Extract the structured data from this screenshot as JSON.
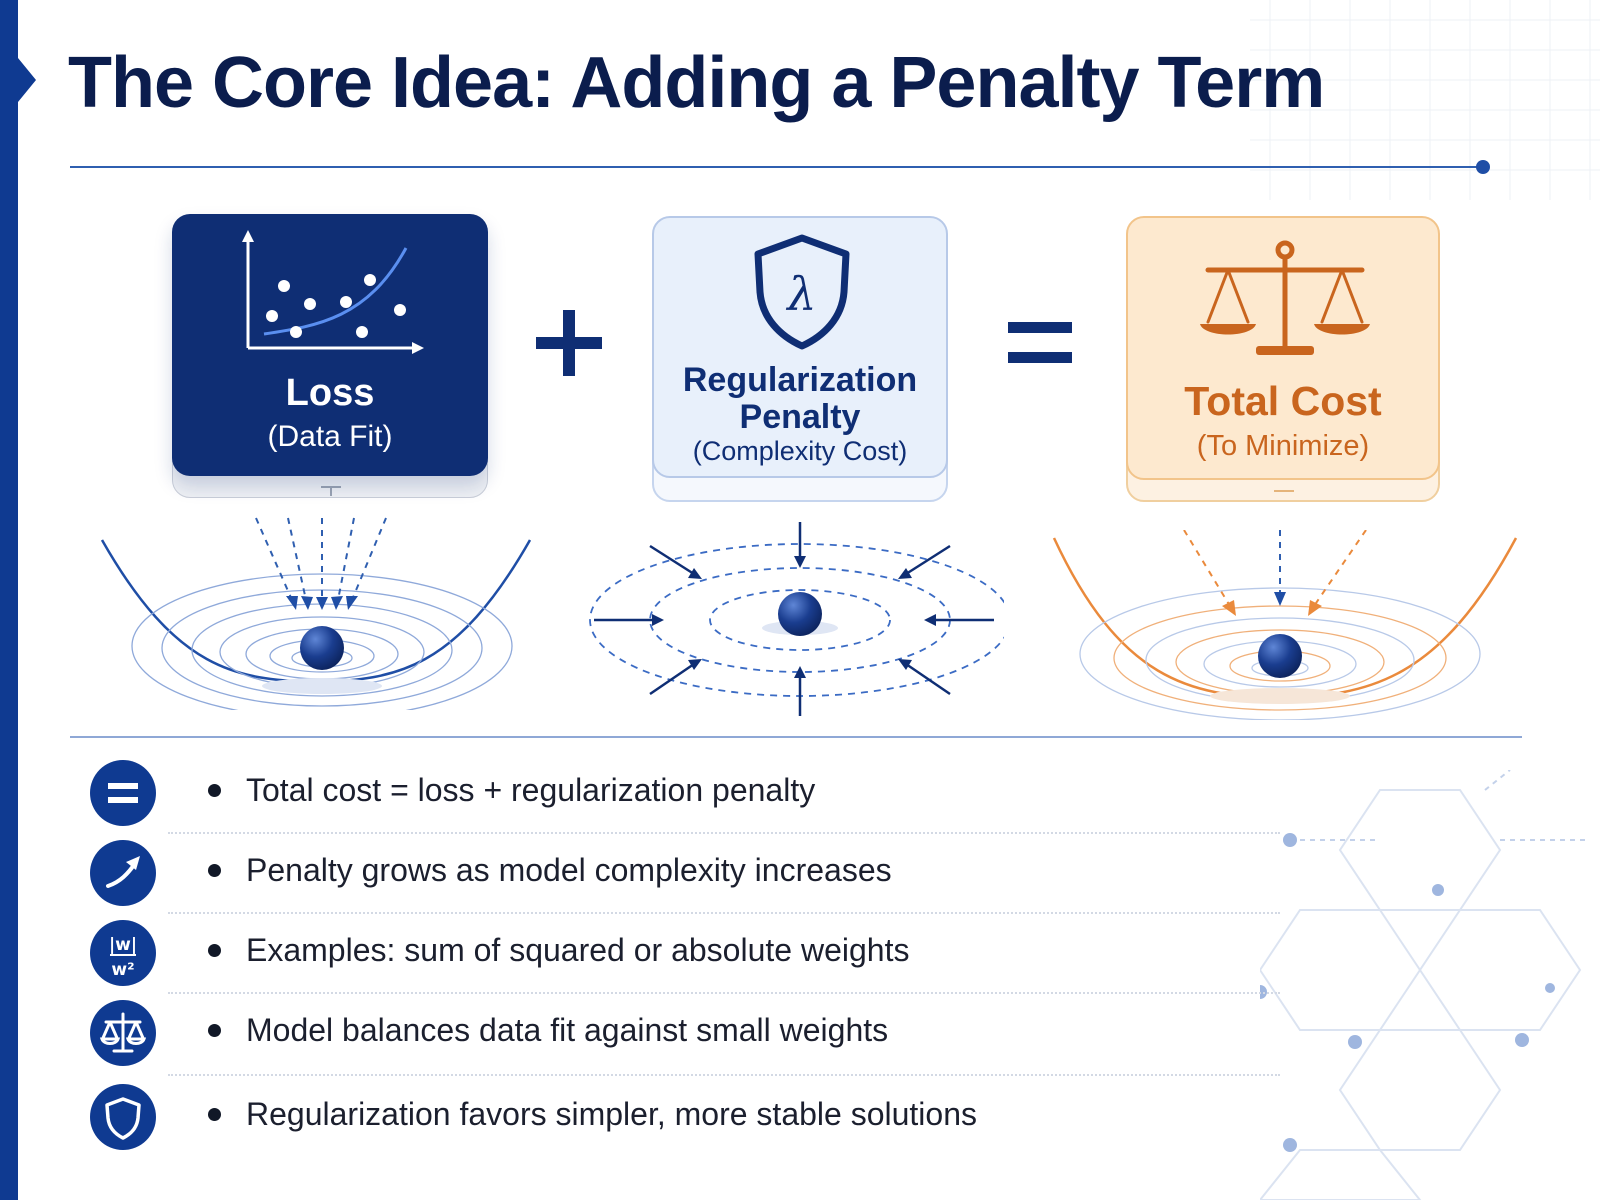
{
  "title": "The Core Idea: Adding a Penalty Term",
  "colors": {
    "navy": "#0f2e74",
    "accent_blue": "#1f4ea6",
    "light_blue": "#e8f0fb",
    "orange": "#c9651e",
    "light_orange": "#fde9cf"
  },
  "equation": {
    "plus_symbol": "+",
    "equals_symbol": "="
  },
  "cards": {
    "loss": {
      "title": "Loss",
      "subtitle": "(Data Fit)",
      "icon": "scatter-plot-icon"
    },
    "regularization": {
      "title": "Regularization Penalty",
      "subtitle": "(Complexity Cost)",
      "icon": "lambda-shield-icon",
      "icon_letter": "λ"
    },
    "total": {
      "title": "Total Cost",
      "subtitle": "(To Minimize)",
      "icon": "balance-scale-icon"
    }
  },
  "bullets": [
    {
      "icon": "equals-icon",
      "text": "Total cost = loss + regularization penalty"
    },
    {
      "icon": "arrow-up-right-icon",
      "text": "Penalty grows as model complexity increases"
    },
    {
      "icon": "weights-icon",
      "icon_label_top": "|w|",
      "icon_label_bottom": "w²",
      "text": "Examples: sum of squared or absolute weights"
    },
    {
      "icon": "balance-scale-icon",
      "text": "Model balances data fit against small weights"
    },
    {
      "icon": "shield-icon",
      "text": "Regularization favors simpler, more stable solutions"
    }
  ]
}
